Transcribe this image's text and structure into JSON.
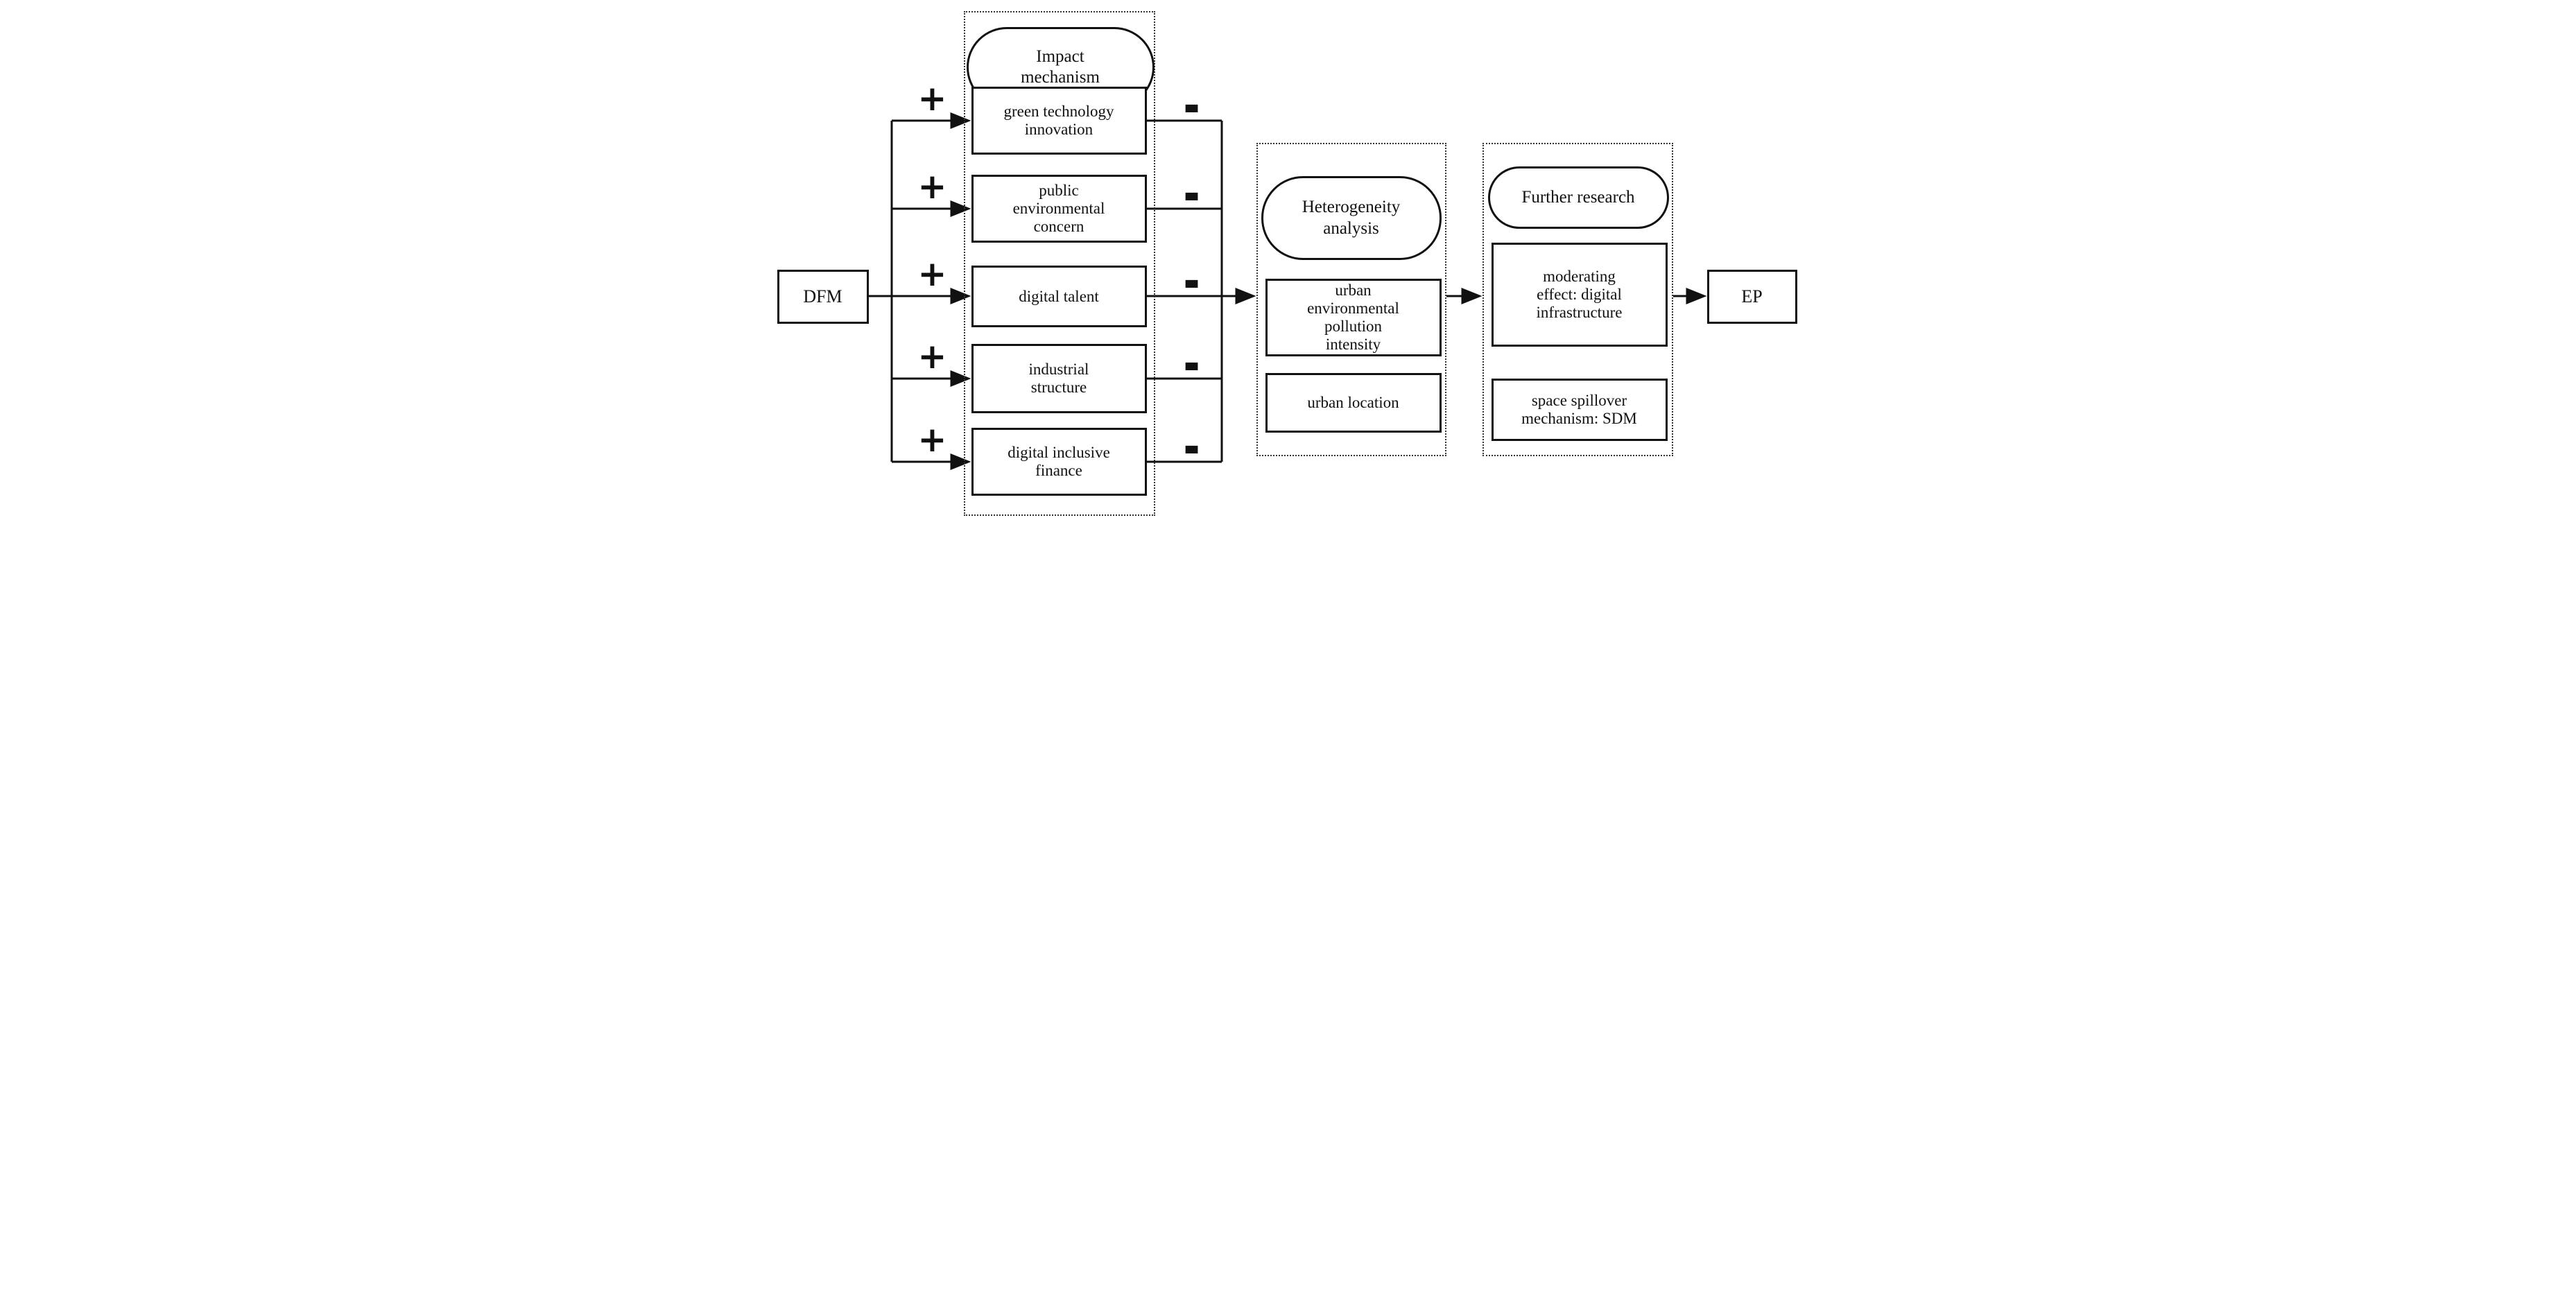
{
  "diagram": {
    "source": {
      "label": "DFM"
    },
    "sink": {
      "label": "EP"
    },
    "signs": {
      "positive": "+",
      "negative": "-"
    },
    "groups": [
      {
        "title": "Impact mechanism",
        "items": [
          "green technology innovation",
          "public environmental concern",
          "digital talent",
          "industrial structure",
          "digital inclusive finance"
        ]
      },
      {
        "title": "Heterogeneity analysis",
        "items": [
          "urban environmental pollution intensity",
          "urban location"
        ]
      },
      {
        "title": "Further research",
        "items": [
          "moderating effect: digital infrastructure",
          "space spillover mechanism: SDM"
        ]
      }
    ]
  }
}
